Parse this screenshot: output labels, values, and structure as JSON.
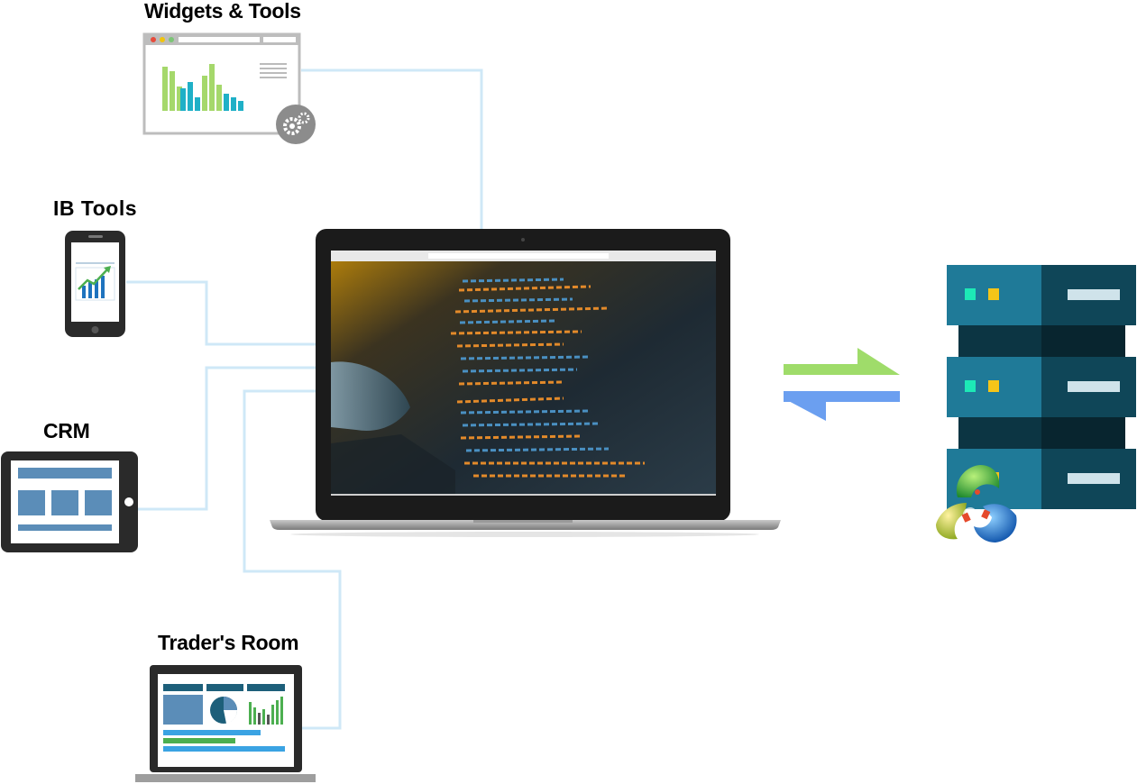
{
  "labels": {
    "widgets_tools": "Widgets & Tools",
    "ib_tools": "IB Tools",
    "crm": "CRM",
    "traders_room": "Trader's Room"
  },
  "colors": {
    "connector": "#cfe8f7",
    "chart_green": "#a5d86b",
    "chart_teal": "#1fb0c7",
    "server_front": "#1f7a98",
    "server_side": "#0f4658",
    "arrow_green": "#9fdc6a",
    "arrow_blue": "#6b9ff0",
    "panel_blue": "#5b8db8",
    "dark_frame": "#2a2a2a"
  },
  "icons": {
    "widgets": "browser-chart-gear-icon",
    "ib_tools": "smartphone-growth-chart-icon",
    "crm": "tablet-dashboard-icon",
    "traders_room": "laptop-dashboard-icon",
    "center": "laptop-code-screen-icon",
    "sync": "two-way-arrows-icon",
    "server": "server-rack-icon",
    "platform": "metatrader-logo-icon"
  }
}
